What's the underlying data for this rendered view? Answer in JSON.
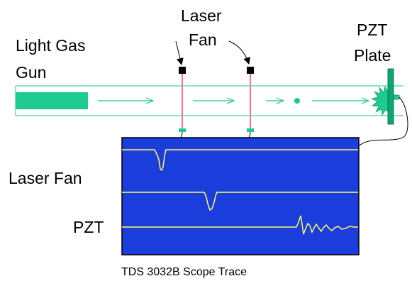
{
  "labels": {
    "gun_line1": "Light Gas",
    "gun_line2": "Gun",
    "fan_line1": "Laser",
    "fan_line2": "Fan",
    "pzt_line1": "PZT",
    "pzt_line2": "Plate",
    "trace_laser": "Laser Fan",
    "trace_pzt": "PZT",
    "caption": "TDS 3032B Scope Trace"
  },
  "colors": {
    "barrel": "#1ecb8f",
    "beam": "#ff6f8f",
    "scope_bg": "#1a3ddc",
    "trace": "#ffff66"
  }
}
